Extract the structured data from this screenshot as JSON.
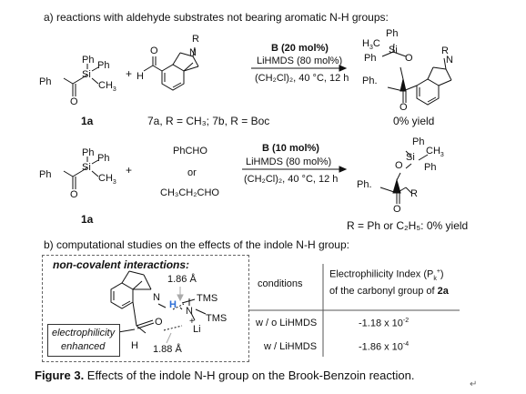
{
  "section_a_title": "a) reactions with aldehyde substrates not bearing aromatic N-H groups:",
  "row1": {
    "silane": {
      "ph1": "Ph",
      "ph2": "Ph",
      "ph3": "Ph",
      "si": "Si",
      "ch3": "CH",
      "ch3_sub": "3",
      "o": "O"
    },
    "plus": "+",
    "aldehyde": {
      "o": "O",
      "h": "H",
      "r": "R",
      "n": "N"
    },
    "conditions": {
      "catalyst": "B (20 mol%)",
      "base": "LiHMDS (80 mol%)",
      "solvent_temp": "(CH₂Cl)₂, 40 °C, 12 h"
    },
    "product": {
      "h3c": "H",
      "h3c_sub": "3",
      "h3c_c": "C",
      "ph1": "Ph",
      "si": "Si",
      "ph2": "Ph",
      "o1": "O",
      "r": "R",
      "n": "N",
      "ph3": "Ph.",
      "o2": "O"
    },
    "label_1a": "1a",
    "label_7": "7a, R = CH₃; 7b, R = Boc",
    "yield": "0% yield"
  },
  "row2": {
    "silane": {
      "ph1": "Ph",
      "ph2": "Ph",
      "ph3": "Ph",
      "si": "Si",
      "ch3": "CH",
      "ch3_sub": "3",
      "o": "O"
    },
    "plus": "+",
    "aldehydes": {
      "a1": "PhCHO",
      "or": "or",
      "a2": "CH₃CH₂CHO"
    },
    "conditions": {
      "catalyst": "B (10 mol%)",
      "base": "LiHMDS (80 mol%)",
      "solvent_temp": "(CH₂Cl)₂, 40 °C, 12 h"
    },
    "product": {
      "ph1": "Ph",
      "ch3": "CH",
      "ch3_sub": "3",
      "o1": "O",
      "si": "Si",
      "ph2": "Ph",
      "ph3": "Ph.",
      "r": "R",
      "o2": "O"
    },
    "label_1a": "1a",
    "yield": "R = Ph or C₂H₅: 0% yield"
  },
  "section_b_title": "b) computational studies on the effects of the indole N-H group:",
  "nci": {
    "title": "non-covalent interactions:",
    "dist1": "1.86 Å",
    "dist2": "1.88 Å",
    "n1": "N",
    "h": "H",
    "n2": "N",
    "tms1": "TMS",
    "tms2": "TMS",
    "o": "O",
    "li": "Li",
    "li_charge": "+",
    "h2": "H",
    "enhanced_l1": "electrophilicity",
    "enhanced_l2": "enhanced"
  },
  "table": {
    "col1_header": "conditions",
    "col2_header_l1": "Electrophilicity Index (P",
    "col2_header_sub": "k",
    "col2_header_sup": "+",
    "col2_header_end": ")",
    "col2_header_l2_pre": "of the carbonyl group of ",
    "col2_header_l2_bold": "2a",
    "rows": [
      {
        "condition": "w / o LiHMDS",
        "value": "-1.18 x 10",
        "exp": "-2"
      },
      {
        "condition": "w / LiHMDS",
        "value": "-1.86 x 10",
        "exp": "-4"
      }
    ]
  },
  "caption": {
    "label": "Figure 3.",
    "text": " Effects of the indole N-H group on the Brook-Benzoin reaction."
  },
  "return_mark": "↵"
}
